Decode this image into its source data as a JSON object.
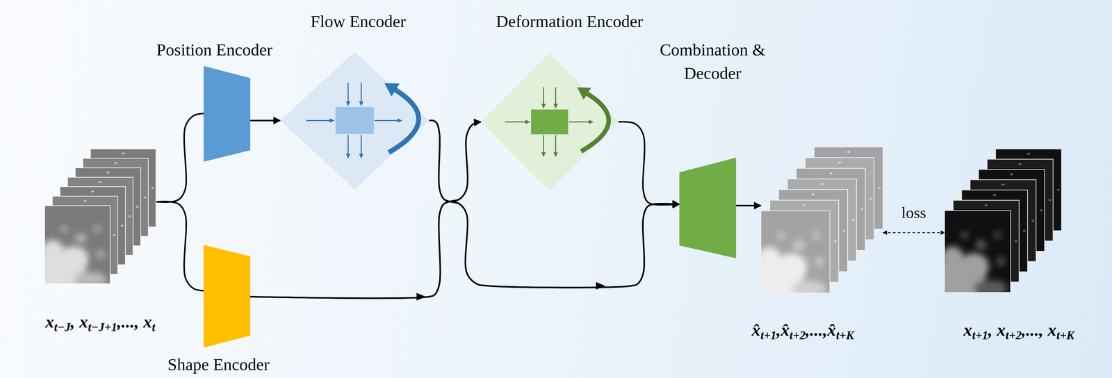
{
  "diagram": {
    "nodes": [
      {
        "text": [
          "xt−J, xt−J+1,..., xt"
        ]
      },
      {
        "text": [
          "Position Encoder"
        ]
      },
      {
        "text": [
          "Flow Encoder"
        ]
      },
      {
        "text": [
          "Shape Encoder"
        ]
      },
      {
        "text": [
          "Deformation Encoder"
        ]
      },
      {
        "text": [
          "Combination & Decoder"
        ]
      },
      {
        "text": [
          "x̂t+1,x̂t+2,...,x̂t+K"
        ]
      },
      {
        "text": [
          "xt+1, xt+2,..., xt+K"
        ]
      }
    ],
    "edges": [
      {
        "from": 0,
        "to": 1,
        "arrow": "none"
      },
      {
        "from": 0,
        "to": 3,
        "arrow": "none"
      },
      {
        "from": 1,
        "to": 2,
        "arrow": "to"
      },
      {
        "from": 2,
        "to": 4,
        "arrow": "to"
      },
      {
        "from": 3,
        "to": 4,
        "arrow": "to"
      },
      {
        "from": 2,
        "to": 5,
        "arrow": "to"
      },
      {
        "from": 3,
        "to": 5,
        "arrow": "to"
      },
      {
        "from": 4,
        "to": 5,
        "arrow": "to"
      },
      {
        "from": 5,
        "to": 6,
        "arrow": "to"
      },
      {
        "from": 6,
        "to": 7,
        "label": "loss",
        "arrow": "both"
      }
    ]
  }
}
